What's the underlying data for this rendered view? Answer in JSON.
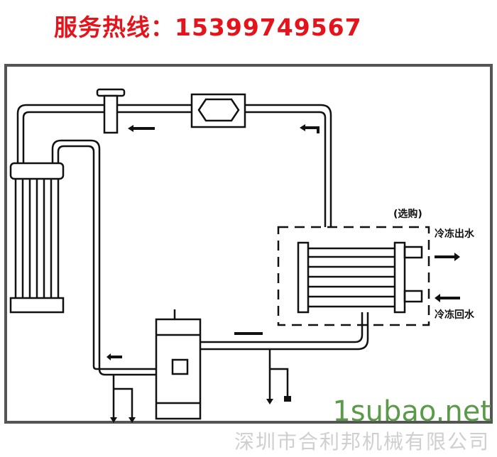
{
  "header": {
    "hotline": "服务热线：15399749567"
  },
  "diagram": {
    "option_label": "(选购)",
    "chilled_water_out": "冷冻出水",
    "chilled_water_return": "冷冻回水"
  },
  "watermark": {
    "company": "深圳市合利邦机械有限公司",
    "site": "1subao.net"
  },
  "colors": {
    "hotline": "#e3141b",
    "site": "#5a9a48",
    "line": "#111111"
  }
}
